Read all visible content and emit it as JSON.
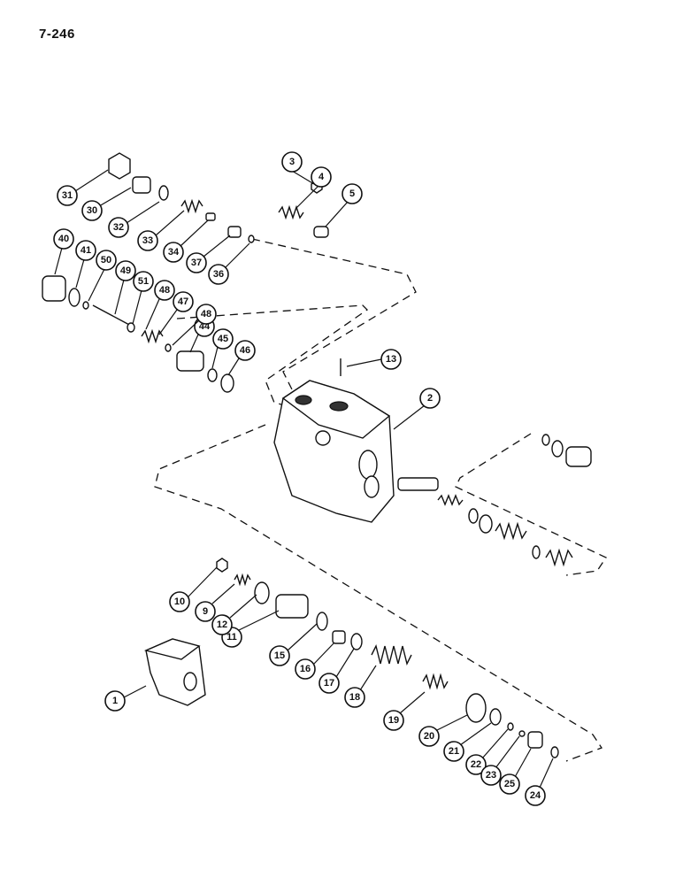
{
  "page": {
    "number": "7-246"
  },
  "callouts": [
    {
      "label": "1"
    },
    {
      "label": "2"
    },
    {
      "label": "3"
    },
    {
      "label": "4"
    },
    {
      "label": "5"
    },
    {
      "label": "9"
    },
    {
      "label": "10"
    },
    {
      "label": "11"
    },
    {
      "label": "12"
    },
    {
      "label": "13"
    },
    {
      "label": "15"
    },
    {
      "label": "16"
    },
    {
      "label": "17"
    },
    {
      "label": "18"
    },
    {
      "label": "19"
    },
    {
      "label": "20"
    },
    {
      "label": "21"
    },
    {
      "label": "22"
    },
    {
      "label": "23"
    },
    {
      "label": "24"
    },
    {
      "label": "25"
    },
    {
      "label": "30"
    },
    {
      "label": "31"
    },
    {
      "label": "32"
    },
    {
      "label": "33"
    },
    {
      "label": "34"
    },
    {
      "label": "36"
    },
    {
      "label": "37"
    },
    {
      "label": "40"
    },
    {
      "label": "41"
    },
    {
      "label": "44"
    },
    {
      "label": "45"
    },
    {
      "label": "46"
    },
    {
      "label": "47"
    },
    {
      "label": "48"
    },
    {
      "label": "48"
    },
    {
      "label": "49"
    },
    {
      "label": "50"
    },
    {
      "label": "51"
    }
  ]
}
